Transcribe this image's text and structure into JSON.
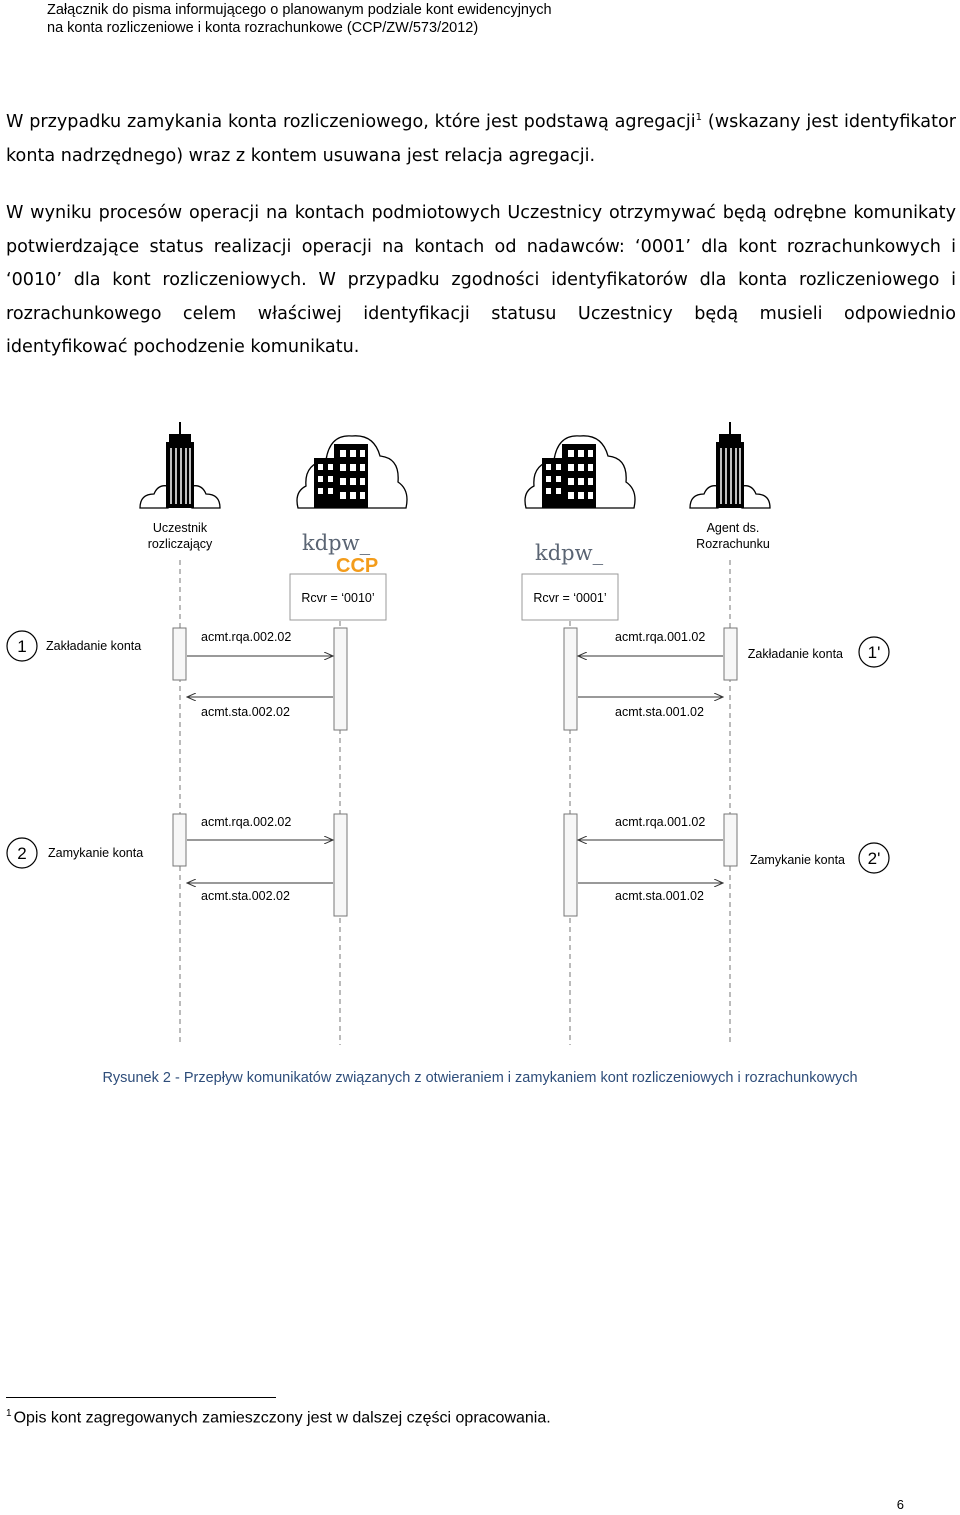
{
  "header": {
    "line1": "Załącznik do pisma informującego o planowanym podziale kont ewidencyjnych",
    "line2": "na konta rozliczeniowe i konta rozrachunkowe (CCP/ZW/573/2012)"
  },
  "paragraph1": {
    "before": "W przypadku zamykania konta rozliczeniowego, które jest podstawą agregacji",
    "footnote_ref": "1",
    "after": " (wskazany jest identyfikator konta nadrzędnego) wraz z kontem usuwana jest relacja agregacji."
  },
  "paragraph2": "W wyniku procesów operacji na kontach podmiotowych Uczestnicy otrzymywać będą odrębne komunikaty potwierdzające status realizacji operacji na kontach od nadawców: ‘0001’ dla kont rozrachunkowych i ‘0010’ dla kont rozliczeniowych. W przypadku zgodności identyfikatorów dla konta rozliczeniowego i rozrachunkowego celem właściwej identyfikacji statusu Uczestnicy będą musieli odpowiednio identyfikować pochodzenie komunikatu.",
  "diagram": {
    "participants": {
      "left_line1": "Uczestnik",
      "left_line2": "rozliczający",
      "right_line1": "Agent ds.",
      "right_line2": "Rozrachunku",
      "logo_ccp_top": "kdpw_",
      "logo_ccp_bottom": "CCP",
      "logo_kdpw": "kdpw_"
    },
    "receivers": {
      "ccp": "Rcvr = ‘0010’",
      "kdpw": "Rcvr = ‘0001’"
    },
    "steps": [
      {
        "num": "1",
        "label": "Zakładanie konta",
        "left_req": "acmt.rqa.002.02",
        "left_resp": "acmt.sta.002.02",
        "right_req": "acmt.rqa.001.02",
        "right_resp": "acmt.sta.001.02",
        "right_label": "Zakładanie konta",
        "right_num": "1'"
      },
      {
        "num": "2",
        "label": "Zamykanie konta",
        "left_req": "acmt.rqa.002.02",
        "left_resp": "acmt.sta.002.02",
        "right_req": "acmt.rqa.001.02",
        "right_resp": "acmt.sta.001.02",
        "right_label": "Zamykanie konta",
        "right_num": "2'"
      }
    ]
  },
  "caption": "Rysunek 2 - Przepływ komunikatów związanych z otwieraniem i zamykaniem kont rozliczeniowych i rozrachunkowych",
  "footnote": {
    "mark": "1",
    "text": "Opis kont zagregowanych zamieszczony jest w dalszej części opracowania."
  },
  "page_number": "6",
  "colors": {
    "caption": "#2e4d7a",
    "ccp_orange": "#f39c1b",
    "logo_gray": "#5a6473"
  }
}
